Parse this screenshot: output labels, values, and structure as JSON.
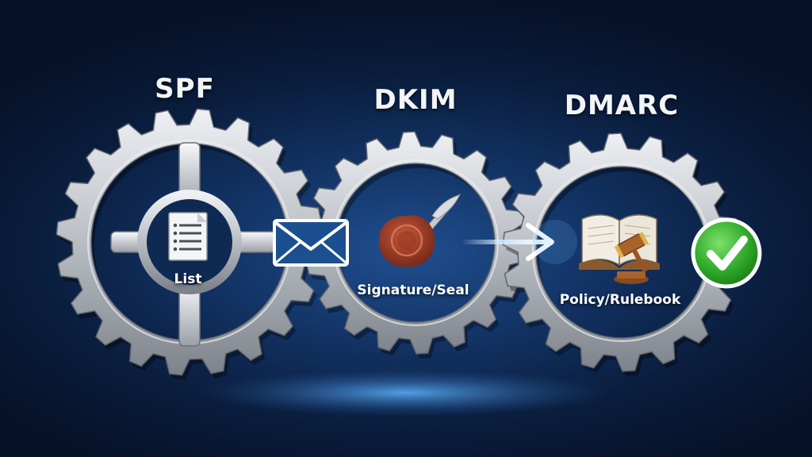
{
  "gears": [
    {
      "title": "SPF",
      "sublabel": "List",
      "icon": "document-list-icon"
    },
    {
      "title": "DKIM",
      "sublabel": "Signature/Seal",
      "icon": "wax-seal-icon"
    },
    {
      "title": "DMARC",
      "sublabel": "Policy/Rulebook",
      "icon": "book-gavel-icon"
    }
  ],
  "connector_icons": [
    "envelope-icon",
    "arrow-right-icon",
    "checkmark-icon"
  ],
  "colors": {
    "background": "#0a1d3d",
    "gear_metal": "#c9ccd1",
    "accent_glow": "#4fa3ff",
    "check_green": "#3fbf3f",
    "seal_red": "#a8402a"
  }
}
